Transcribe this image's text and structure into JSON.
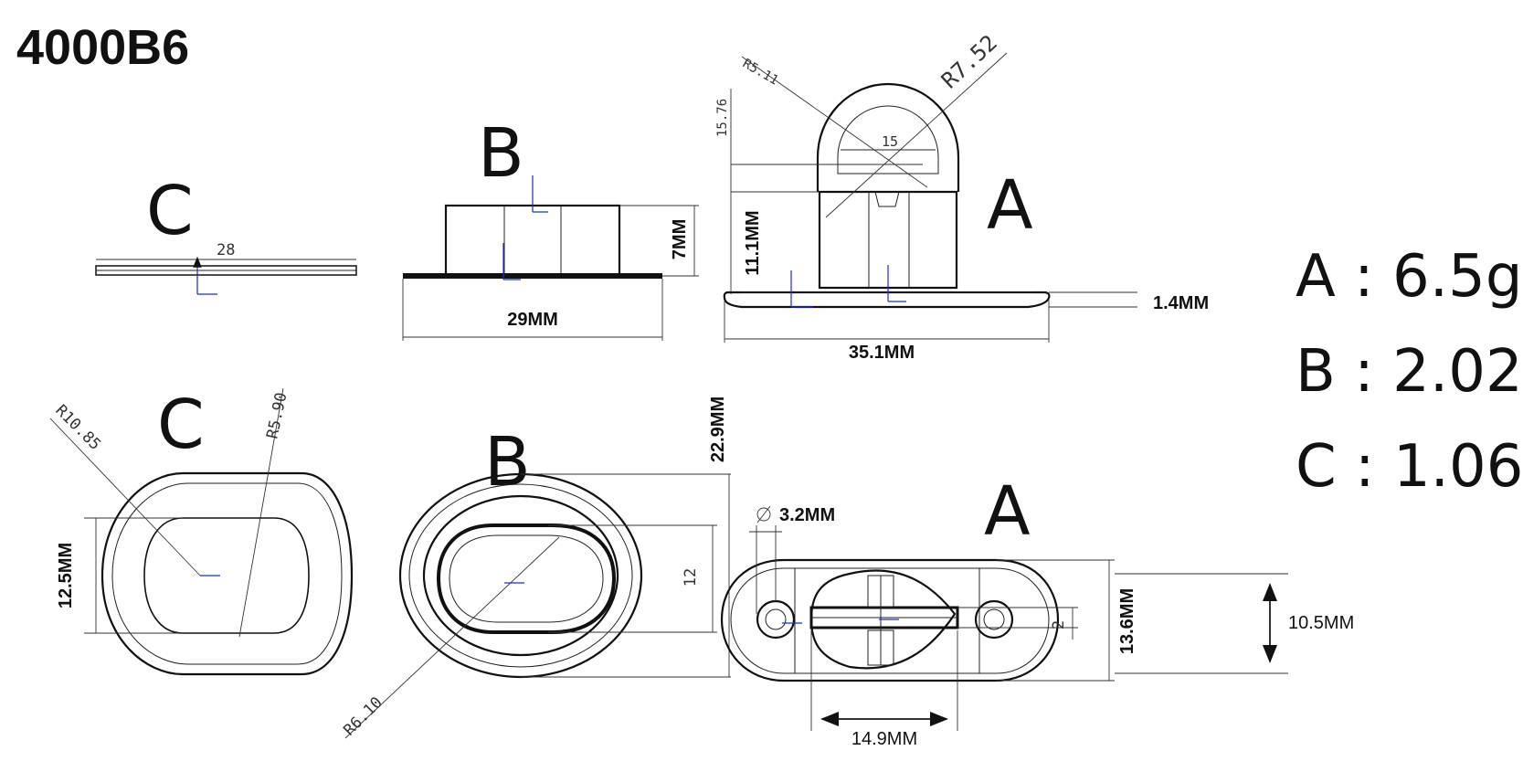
{
  "title": "4000B6",
  "views": {
    "a": "A",
    "b": "B",
    "c": "C"
  },
  "weights": [
    {
      "label": "A : 6.5g"
    },
    {
      "label": "B : 2.02g"
    },
    {
      "label": "C : 1.06g"
    }
  ],
  "dimensions": {
    "side_c_width": "28",
    "side_b_width": "29MM",
    "side_b_height": "7MM",
    "side_a_width": "35.1MM",
    "side_a_height": "11.1MM",
    "side_a_base": "1.4MM",
    "side_a_loop_height": "15.76",
    "side_a_loop_inner": "15",
    "radius_r7_52": "R7.52",
    "radius_r5_11": "R5.11",
    "top_c_height": "12.5MM",
    "radius_r10_85": "R10.85",
    "radius_r5_90": "R5.90",
    "top_b_height": "22.9MM",
    "top_b_inner": "12",
    "radius_r6_10": "R6.10",
    "top_a_hole": "3.2MM",
    "top_a_height": "13.6MM",
    "top_a_slot": "10.5MM",
    "top_a_width": "14.9MM",
    "top_a_gap": "2"
  }
}
